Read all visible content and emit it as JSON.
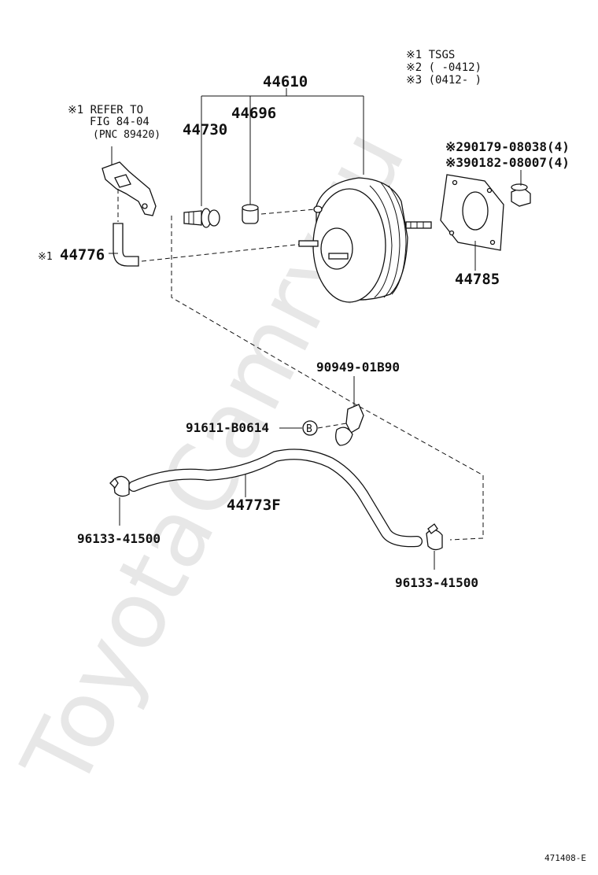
{
  "watermark": "ToyotaCamry.ru",
  "legend": {
    "note1": "※1 TSGS",
    "note2": "※2 (    -0412)",
    "note3": "※3 (0412-     )"
  },
  "refer": {
    "line1": "※1 REFER TO",
    "line2": "FIG 84-04",
    "line3": "(PNC 89420)"
  },
  "parts": {
    "p44610": "44610",
    "p44696": "44696",
    "p44730": "44730",
    "p44776_mark": "※1",
    "p44776": "44776",
    "p90179": "※290179-08038(4)",
    "p90182": "※390182-08007(4)",
    "p44785": "44785",
    "p90949": "90949-01B90",
    "p91611": "91611-B0614",
    "p44773F": "44773F",
    "p96133_left": "96133-41500",
    "p96133_right": "96133-41500"
  },
  "callout_b": "B",
  "figure_id": "471408-E"
}
